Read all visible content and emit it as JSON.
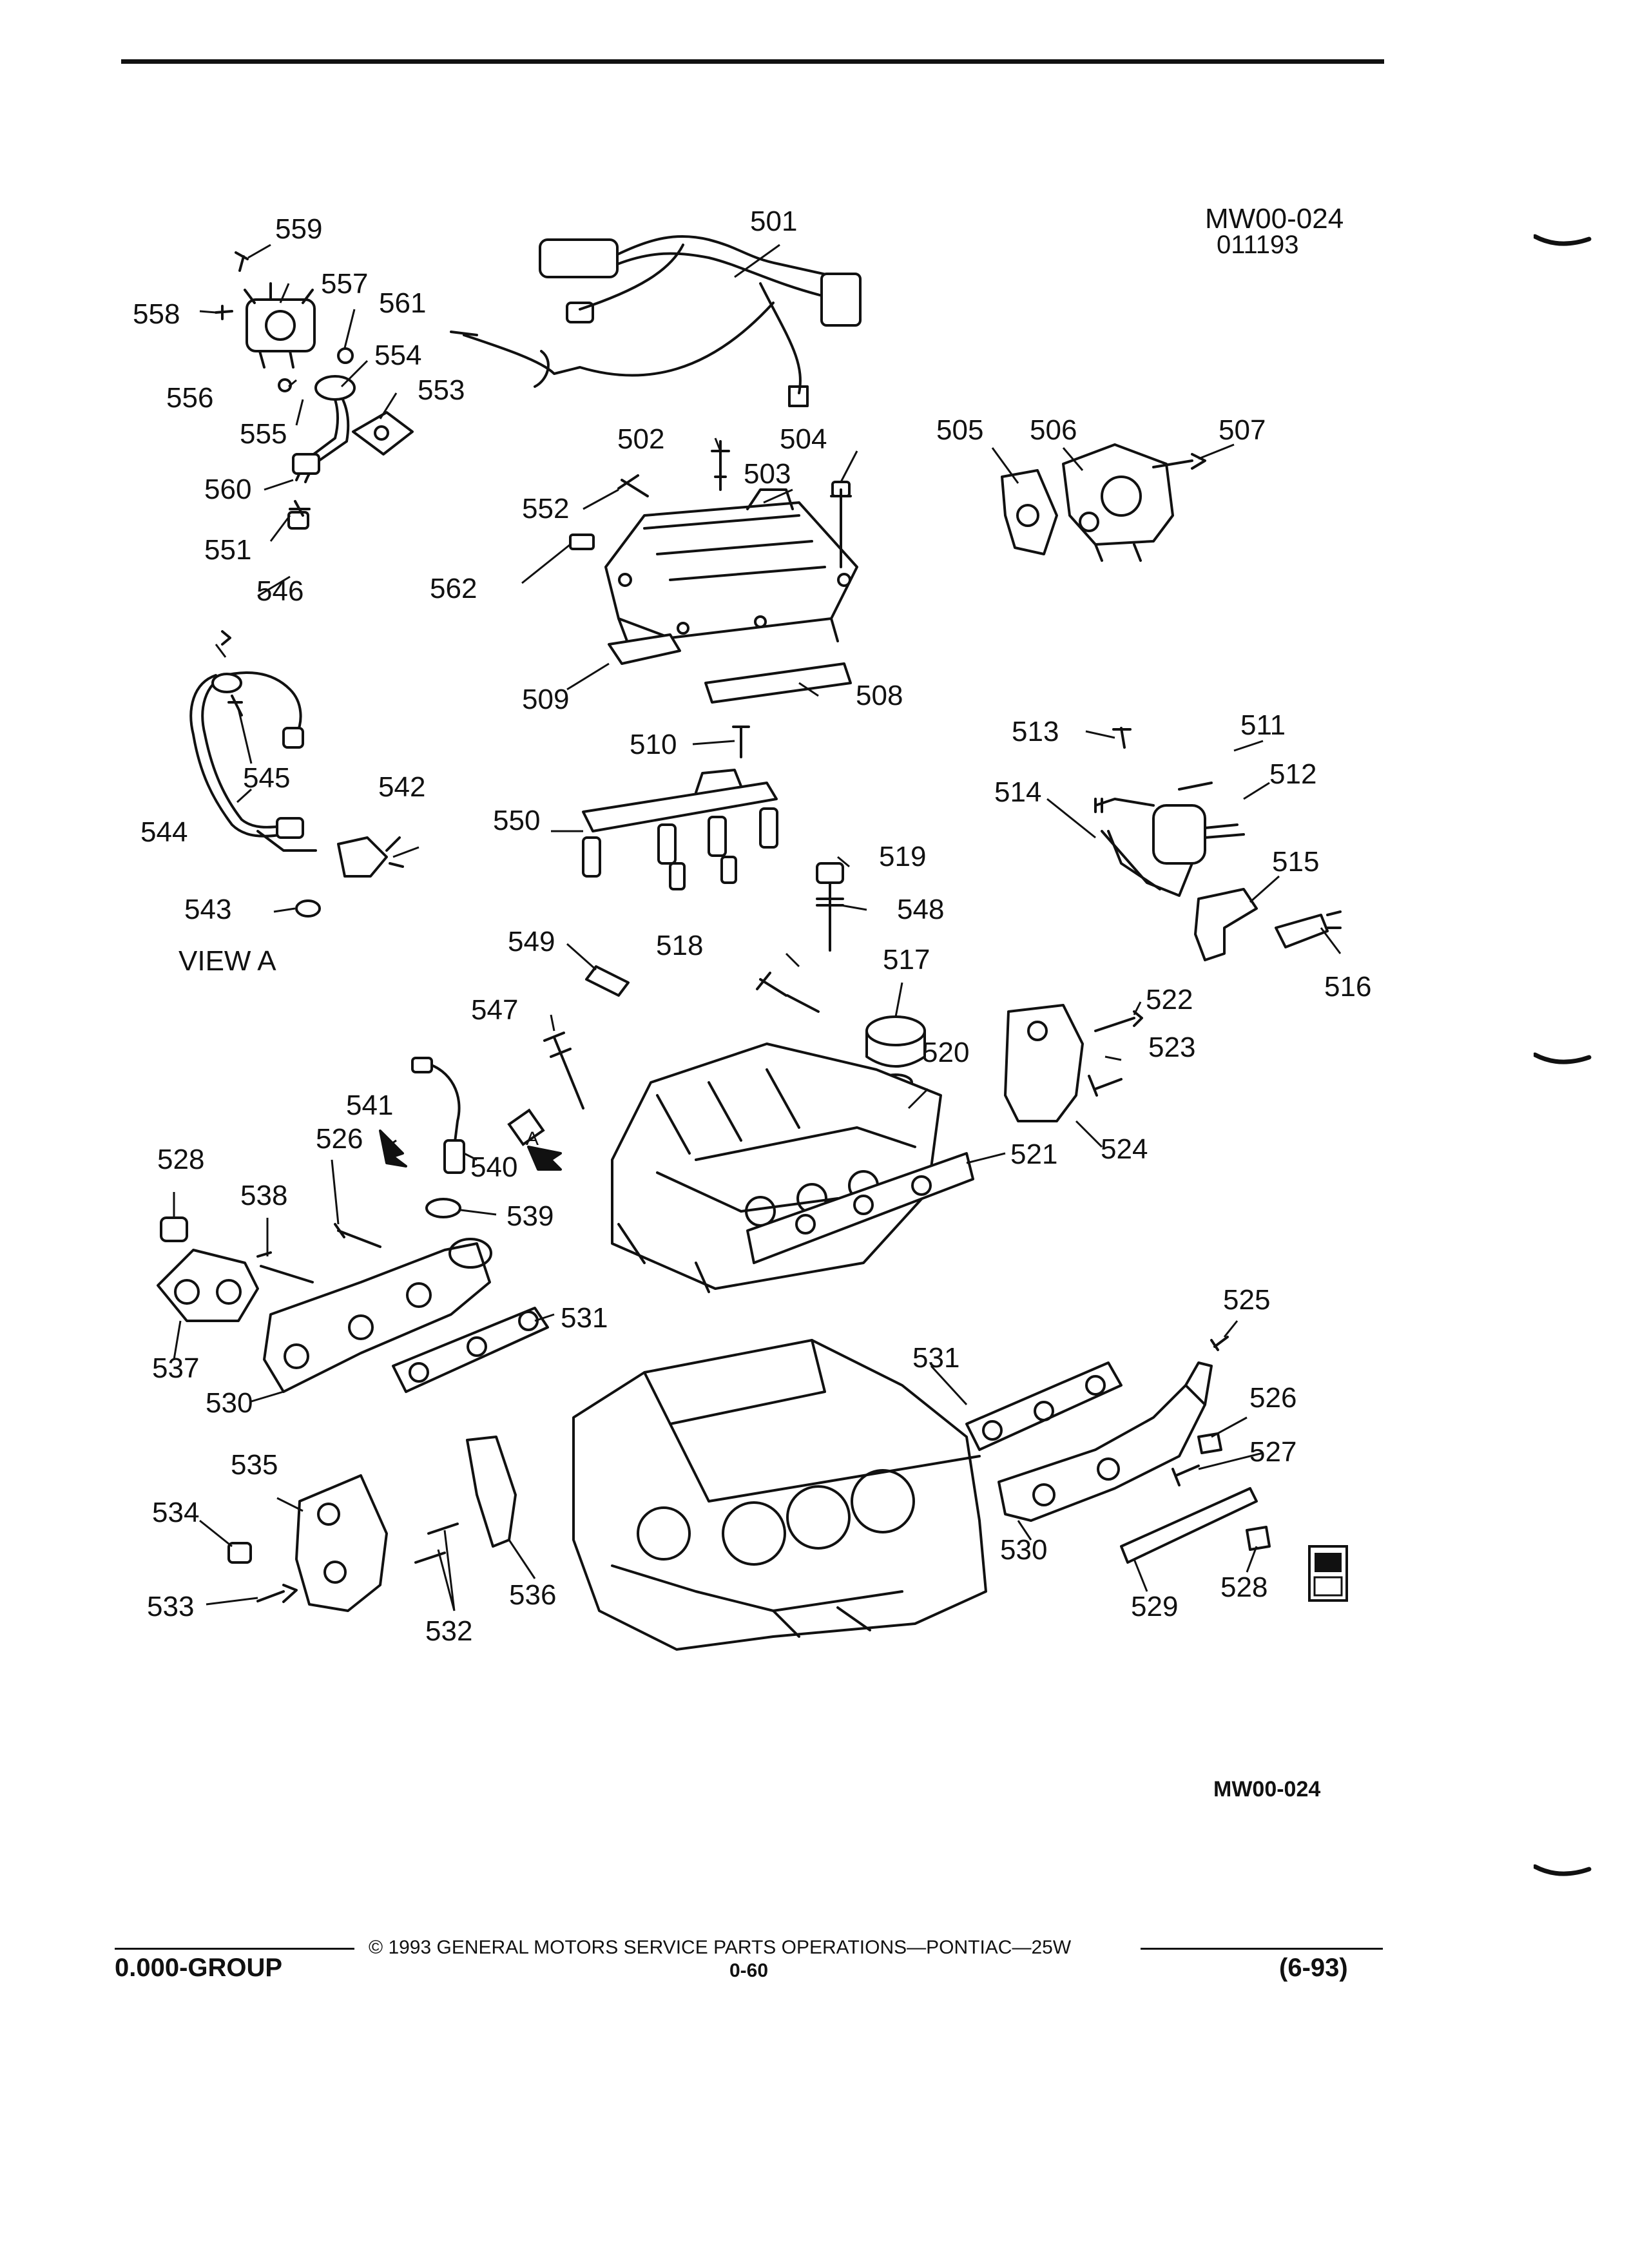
{
  "header": {
    "diagram_code": "MW00-024",
    "diagram_date": "011193"
  },
  "view_label": "VIEW  A",
  "callout_a": "A",
  "figure_code_bottom": "MW00-024",
  "footer": {
    "copyright": "©  1993  GENERAL MOTORS SERVICE PARTS OPERATIONS—PONTIAC—25W",
    "group": "0.000-GROUP",
    "page": "0-60",
    "revision": "(6-93)"
  },
  "parts": {
    "p501": "501",
    "p502": "502",
    "p503": "503",
    "p504": "504",
    "p505": "505",
    "p506": "506",
    "p507": "507",
    "p508": "508",
    "p509": "509",
    "p510": "510",
    "p511": "511",
    "p512": "512",
    "p513": "513",
    "p514": "514",
    "p515": "515",
    "p516": "516",
    "p517": "517",
    "p518": "518",
    "p519": "519",
    "p520": "520",
    "p521": "521",
    "p522": "522",
    "p523": "523",
    "p524": "524",
    "p525": "525",
    "p526a": "526",
    "p526b": "526",
    "p527": "527",
    "p528a": "528",
    "p528b": "528",
    "p529": "529",
    "p530a": "530",
    "p530b": "530",
    "p531a": "531",
    "p531b": "531",
    "p532": "532",
    "p533": "533",
    "p534": "534",
    "p535": "535",
    "p536": "536",
    "p537": "537",
    "p538": "538",
    "p539": "539",
    "p540": "540",
    "p541": "541",
    "p542": "542",
    "p543": "543",
    "p544": "544",
    "p545": "545",
    "p546": "546",
    "p547": "547",
    "p548": "548",
    "p549": "549",
    "p550": "550",
    "p551": "551",
    "p552": "552",
    "p553": "553",
    "p554": "554",
    "p555": "555",
    "p556": "556",
    "p557": "557",
    "p558": "558",
    "p559": "559",
    "p560": "560",
    "p561": "561",
    "p562": "562"
  }
}
